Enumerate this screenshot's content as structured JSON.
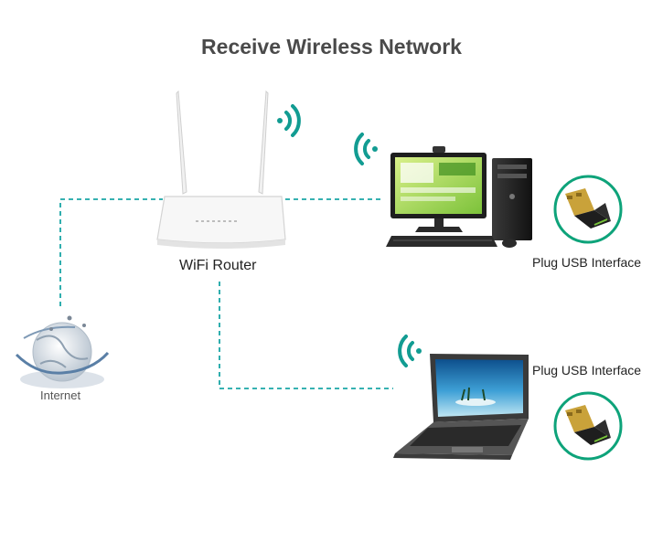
{
  "title": "Receive Wireless Network",
  "labels": {
    "router": "WiFi Router",
    "internet": "Internet",
    "usb_top": "Plug USB Interface",
    "usb_bottom": "Plug USB Interface"
  },
  "colors": {
    "link": "#1aa6a6",
    "signal": "#129c92",
    "usb_ring": "#0ea37a",
    "text": "#4a4a4a"
  },
  "icons": [
    "router-icon",
    "globe-icon",
    "desktop-computer-icon",
    "laptop-icon",
    "usb-adapter-icon",
    "wifi-signal-icon"
  ]
}
